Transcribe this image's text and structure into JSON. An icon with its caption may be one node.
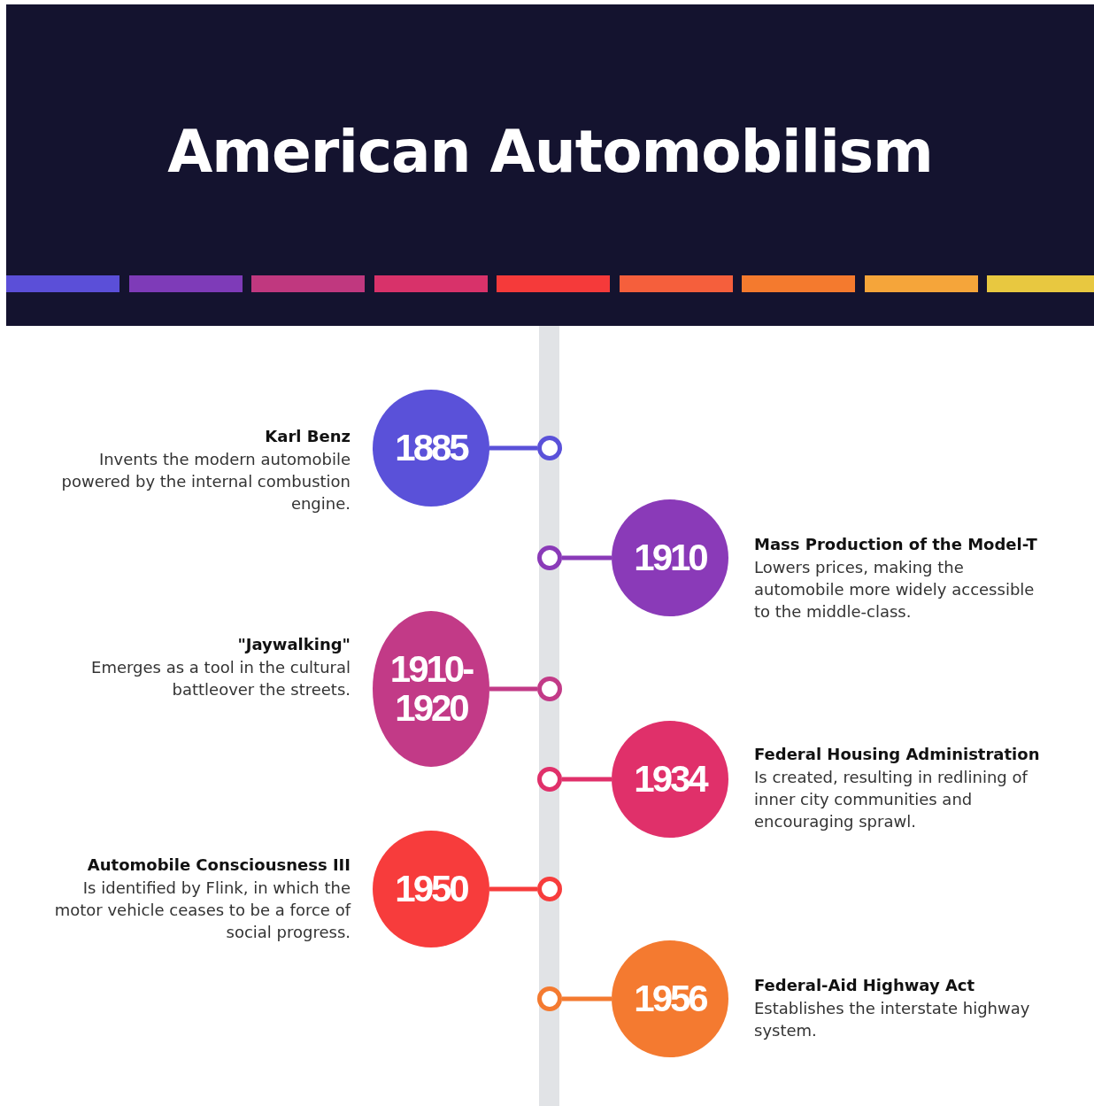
{
  "diagram": {
    "title": "American Automobilism",
    "nodes": [
      {
        "text": [
          "1885"
        ],
        "beside": [
          "Karl Benz",
          "Invents the modern automobile powered by the internal combustion engine."
        ]
      },
      {
        "text": [],
        "shape": "circle"
      },
      {
        "text": [
          "1910"
        ],
        "beside": [
          "Mass Production of the Model-T",
          "Lowers prices, making the automobile more widely accessible to the middle-class."
        ]
      },
      {
        "text": [],
        "shape": "circle"
      },
      {
        "text": [
          "1910- 1920"
        ],
        "beside": [
          "\"Jaywalking\"",
          "Emerges as a tool in the cultural battleover the streets."
        ]
      },
      {
        "text": [],
        "shape": "circle"
      },
      {
        "text": [
          "1934"
        ],
        "beside": [
          "Federal Housing Administration",
          "Is created, resulting in redlining of inner city communities and encouraging sprawl."
        ]
      },
      {
        "text": [],
        "shape": "circle"
      },
      {
        "text": [
          "1950"
        ],
        "beside": [
          "Automobile Consciousness III",
          "Is identified by Flink, in which the motor vehicle ceases to be a force of social progress."
        ]
      },
      {
        "text": [],
        "shape": "circle"
      },
      {
        "text": [
          "1956"
        ],
        "beside": [
          "Federal-Aid Highway Act",
          "Establishes the interstate highway system."
        ]
      },
      {
        "text": [],
        "shape": "circle"
      }
    ],
    "edges": [
      {
        "from": 0,
        "to": 1,
        "arrow": "none",
        "color": "#5a51d9"
      },
      {
        "from": 2,
        "to": 3,
        "arrow": "none",
        "color": "#8a3ab8"
      },
      {
        "from": 4,
        "to": 5,
        "arrow": "none",
        "color": "#c23a87"
      },
      {
        "from": 6,
        "to": 7,
        "arrow": "none",
        "color": "#e0306a"
      },
      {
        "from": 8,
        "to": 9,
        "arrow": "none",
        "color": "#f73c3c"
      },
      {
        "from": 10,
        "to": 11,
        "arrow": "none",
        "color": "#f47a30"
      }
    ]
  }
}
